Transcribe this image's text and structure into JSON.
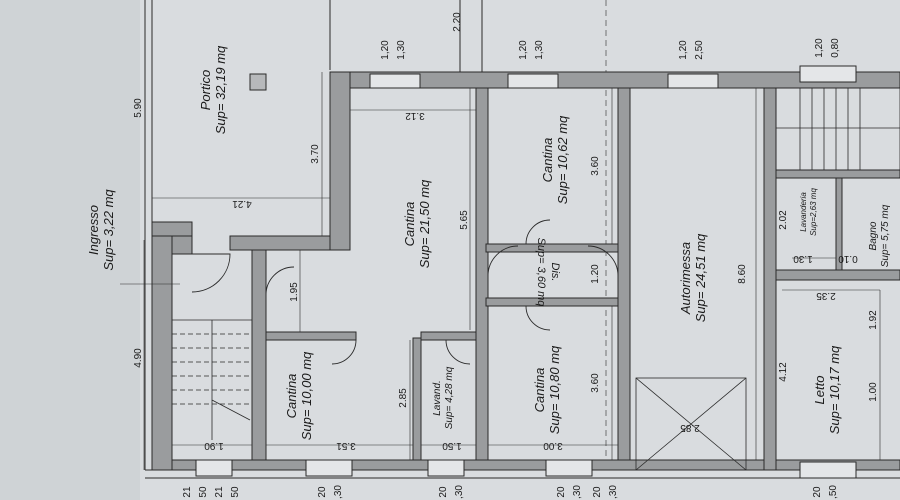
{
  "rooms": {
    "portico": {
      "name": "Portico",
      "area": "Sup= 32,19 mq"
    },
    "ingresso": {
      "name": "Ingresso",
      "area": "Sup= 3,22 mq"
    },
    "cantina_big": {
      "name": "Cantina",
      "area": "Sup= 21,50 mq"
    },
    "cantina_top": {
      "name": "Cantina",
      "area": "Sup= 10,62 mq"
    },
    "dis": {
      "name": "Dis.",
      "area": "Sup= 3,60 mq"
    },
    "cantina_mid": {
      "name": "Cantina",
      "area": "Sup= 10,80 mq"
    },
    "cantina_left": {
      "name": "Cantina",
      "area": "Sup= 10,00 mq"
    },
    "lavand": {
      "name": "Lavand.",
      "area": "Sup= 4,28 mq"
    },
    "autorimessa": {
      "name": "Autorimessa",
      "area": "Sup= 24,51 mq"
    },
    "lavanderia": {
      "name": "Lavanderia",
      "area": "Sup=2,63 mq"
    },
    "bagno": {
      "name": "Bagno",
      "area": "Sup= 5,75 mq"
    },
    "letto": {
      "name": "Letto",
      "area": "Sup= 10,17 mq"
    }
  },
  "dimensions": {
    "d_590": "5.90",
    "d_490": "4.90",
    "d_220": "2.20",
    "d_370": "3.70",
    "d_312": "3.12",
    "d_421": "4.21",
    "d_565": "5.65",
    "d_360a": "3.60",
    "d_360b": "3.60",
    "d_120a": "1.20",
    "d_860": "8.60",
    "d_195": "1.95",
    "d_285a": "2.85",
    "d_285b": "2.85",
    "d_351": "3.51",
    "d_190": "1.90",
    "d_150": "1.50",
    "d_300": "3.00",
    "d_202": "2.02",
    "d_130": "1.30",
    "d_010": "0.10",
    "d_235": "2.35",
    "d_412": "4.12",
    "d_192": "1.92",
    "d_100": "1.00"
  },
  "windows_top": [
    {
      "a": "1,20",
      "b": "1,30"
    },
    {
      "a": "1,20",
      "b": "1,30"
    },
    {
      "a": "1,20",
      "b": "2,50"
    },
    {
      "a": "1,20",
      "b": "0,80"
    }
  ],
  "bottom_labels": [
    {
      "a": "21",
      "b": "50"
    },
    {
      "a": "21",
      "b": "50"
    },
    {
      "a": "20",
      "b": ",30"
    },
    {
      "a": "20",
      "b": ",30"
    },
    {
      "a": "20",
      "b": ",30"
    },
    {
      "a": "20",
      "b": ",30"
    },
    {
      "a": "20",
      "b": ",50"
    }
  ]
}
